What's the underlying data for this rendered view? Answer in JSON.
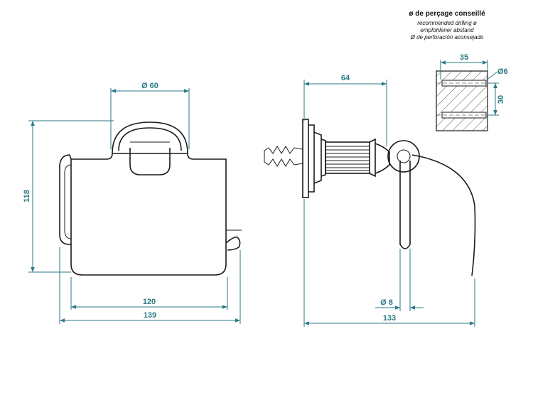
{
  "notes": {
    "title": "ø de perçage conseillé",
    "en": "recommended drilling ø",
    "de": "empfohlener abstand",
    "es": "Ø de perforación aconsejado"
  },
  "dimensions": {
    "diameter_60": "Ø 60",
    "height_118": "118",
    "width_120": "120",
    "width_139": "139",
    "depth_64": "64",
    "depth_133": "133",
    "diameter_8": "Ø 8",
    "drill_35": "35",
    "drill_30": "30",
    "drill_d6": "Ø6"
  },
  "colors": {
    "dimension": "#2a7a86",
    "ink": "#1a1a1a",
    "hatch": "#555555"
  }
}
